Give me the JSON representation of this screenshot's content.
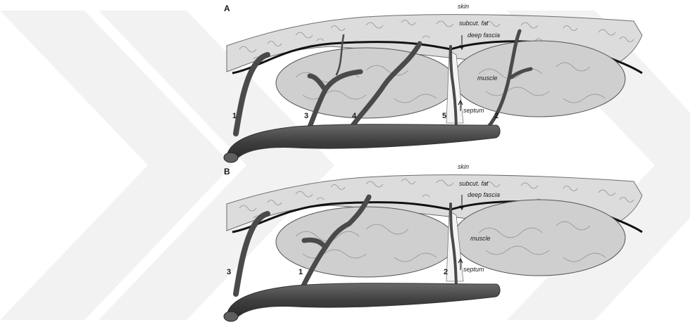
{
  "panels": [
    {
      "id": "A",
      "letter": "A",
      "layers": {
        "skin": "skin",
        "subcut_fat": "subcut. fat",
        "deep_fascia": "deep fascia",
        "muscle": "muscle",
        "septum": "septum"
      },
      "vessel_numbers": [
        "1",
        "3",
        "4",
        "5",
        "2"
      ]
    },
    {
      "id": "B",
      "letter": "B",
      "layers": {
        "skin": "skin",
        "subcut_fat": "subcut. fat",
        "deep_fascia": "deep fascia",
        "muscle": "muscle",
        "septum": "septum"
      },
      "vessel_numbers": [
        "3",
        "1",
        "2"
      ]
    }
  ],
  "colors": {
    "skin_fill": "#dcdcdc",
    "muscle_fill": "#cfcfcf",
    "vessel": "#4a4a4a",
    "fascia": "#111111",
    "watermark": "#f1f1f1"
  }
}
